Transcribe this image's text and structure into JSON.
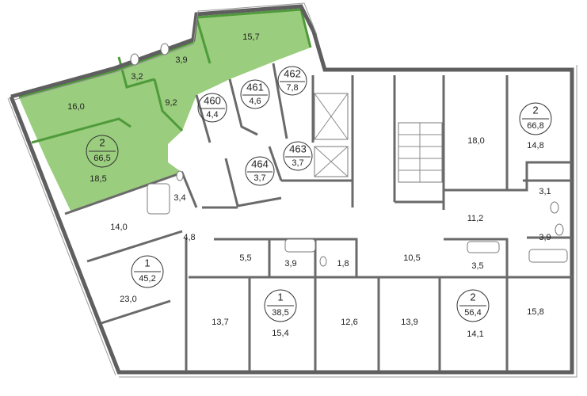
{
  "colors": {
    "highlight": "#9acd7e",
    "highlight_wall": "#4f9a3a",
    "wall": "#5f5f5f",
    "background": "#ffffff"
  },
  "apartments": [
    {
      "id": "apt-2-66-5",
      "rooms": "2",
      "area": "66,5"
    },
    {
      "id": "apt-1-45-2",
      "rooms": "1",
      "area": "45,2"
    },
    {
      "id": "apt-1-38-5",
      "rooms": "1",
      "area": "38,5"
    },
    {
      "id": "apt-2-56-4",
      "rooms": "2",
      "area": "56,4"
    },
    {
      "id": "apt-2-66-8",
      "rooms": "2",
      "area": "66,8"
    }
  ],
  "units": [
    {
      "number": "460",
      "area": "4,4"
    },
    {
      "number": "461",
      "area": "4,6"
    },
    {
      "number": "462",
      "area": "7,8"
    },
    {
      "number": "463",
      "area": "3,7"
    },
    {
      "number": "464",
      "area": "3,7"
    }
  ],
  "rooms": [
    "15,7",
    "3,9",
    "3,2",
    "16,0",
    "9,2",
    "18,5",
    "3,4",
    "14,0",
    "4,8",
    "23,0",
    "5,5",
    "3,9",
    "1,8",
    "10,5",
    "3,5",
    "13,7",
    "15,4",
    "12,6",
    "13,9",
    "14,1",
    "15,8",
    "18,0",
    "14,8",
    "11,2",
    "3,1",
    "3,9"
  ]
}
